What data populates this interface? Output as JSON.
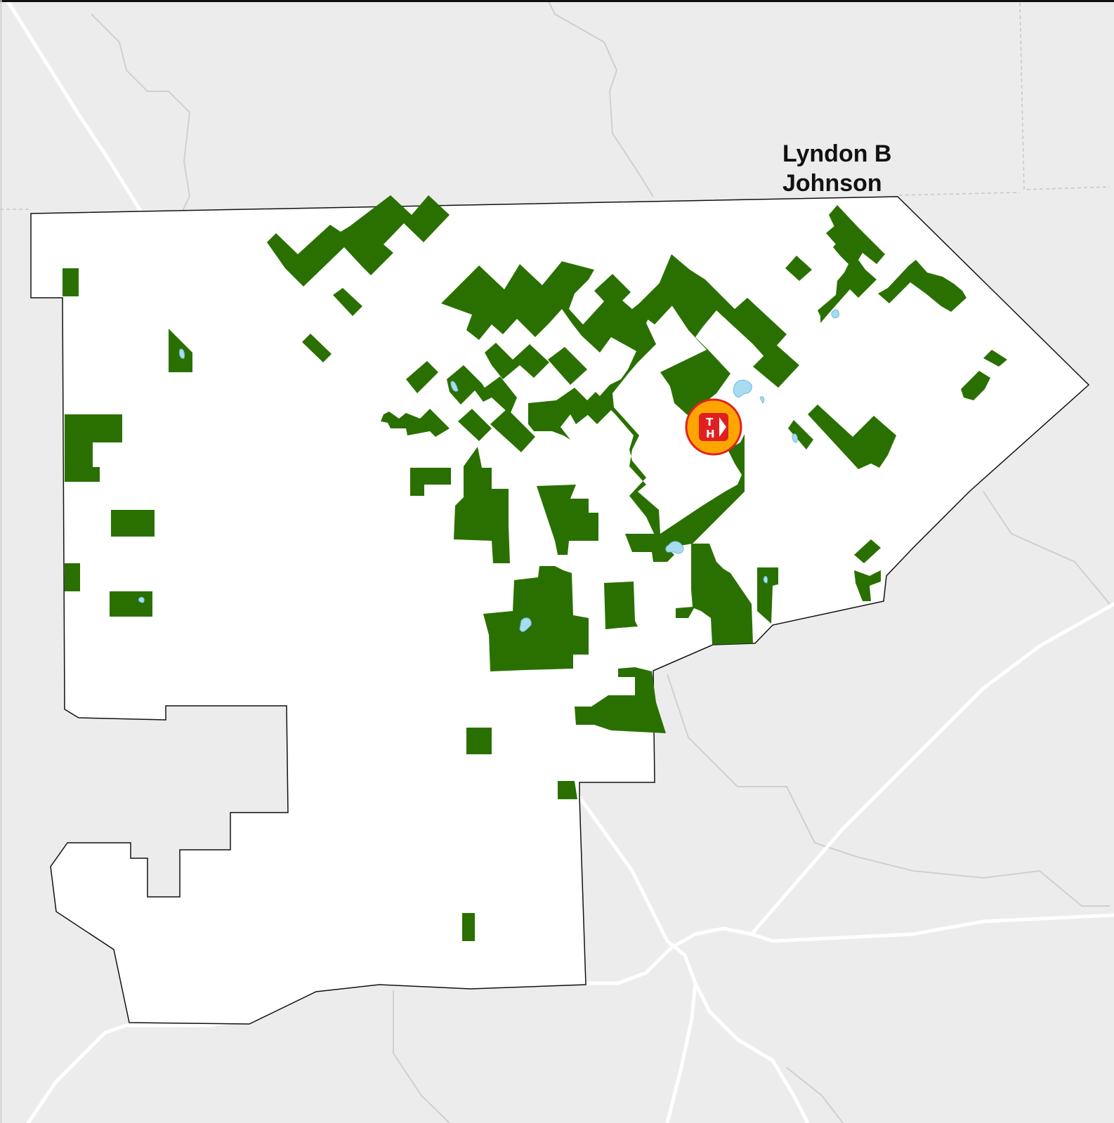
{
  "map": {
    "region_label_line1": "Lyndon B",
    "region_label_line2": "Johnson",
    "marker": {
      "letters_top": "T",
      "letters_bottom": "H",
      "icon": "trailhead-icon"
    },
    "colors": {
      "background": "#ececec",
      "district": "#ffffff",
      "forest": "#2a7000",
      "water": "#a8dcf0",
      "road": "#ffffff",
      "boundary": "#111111",
      "county_line": "#c8c8c8",
      "marker_fill": "#ffa500",
      "marker_ring": "#e02020",
      "marker_badge": "#e02020"
    }
  }
}
